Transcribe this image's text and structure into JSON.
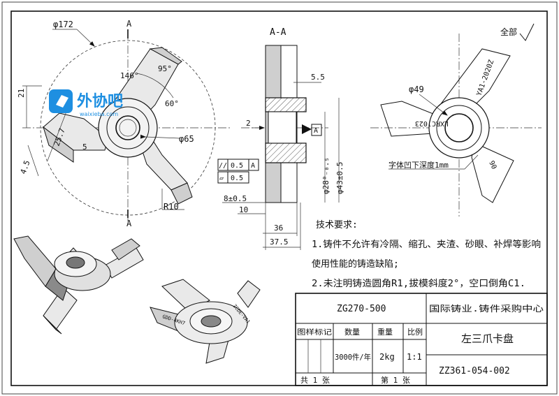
{
  "view_a": {
    "cut_mark_top": "A",
    "cut_mark_bottom": "A",
    "dim_outer_diameter": "φ172",
    "dim_146": "146°",
    "dim_95": "95°",
    "dim_60": "60°",
    "dim_21": "21",
    "dim_257": "25.7",
    "dim_5": "5",
    "dim_65": "4.5",
    "dim_phi65": "φ65",
    "dim_r10": "R10"
  },
  "section": {
    "title": "A-A",
    "dim_55": "5.5",
    "dim_2": "2",
    "datum_a": "A",
    "tol_parallel": "//",
    "tol_parallel_val": "0.5",
    "tol_parallel_ref": "A",
    "tol_flat": "▱",
    "tol_flat_val": "0.5",
    "dim_8": "8±0.5",
    "dim_10": "10",
    "dim_36": "36",
    "dim_375": "37.5",
    "dim_phi28": "φ28⁰₋₀.₅",
    "dim_phi43": "φ43±0.5"
  },
  "view_b": {
    "roughness_label": "全部",
    "dim_phi49": "φ49",
    "mark_top": "YA1-2020Z",
    "mark_center": "LXRC)023",
    "mark_90": "90",
    "engrave_note": "字体凹下深度1mm"
  },
  "watermark": {
    "name": "外协吧",
    "url": "waixieba.com"
  },
  "tech": {
    "heading": "技术要求:",
    "line1": "1.铸件不允许有冷隔、缩孔、夹渣、砂眼、补焊等影响",
    "line2": "使用性能的铸造缺陷;",
    "line3": "2.未注明铸造圆角R1,拔模斜度2°，空口倒角C1."
  },
  "title_block": {
    "material": "ZG270-500",
    "company": "国际铸业.铸件采购中心",
    "headers": [
      "图样标记",
      "数量",
      "重量",
      "比例"
    ],
    "quantity": "3000件/年",
    "weight": "2kg",
    "scale": "1:1",
    "part_name": "左三爪卡盘",
    "drawing_no": "ZZ361-054-002",
    "sheets_total": "共 1 张",
    "sheet_no": "第 1 张"
  }
}
